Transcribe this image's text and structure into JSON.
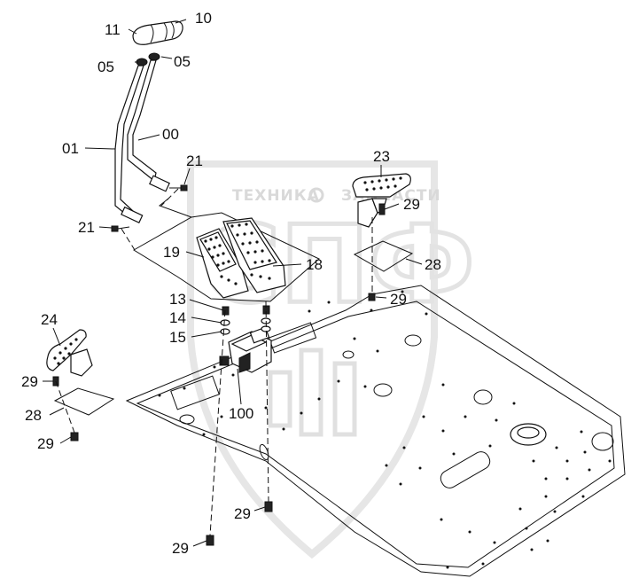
{
  "watermark": {
    "line1_left": "ТЕХНИКА",
    "line1_right": "ЗАПЧАСТИ",
    "logo_letters": "СПФ"
  },
  "callouts": {
    "c11": "11",
    "c10": "10",
    "c05a": "05",
    "c05b": "05",
    "c01": "01",
    "c00": "00",
    "c21a": "21",
    "c21b": "21",
    "c23": "23",
    "c29a": "29",
    "c19": "19",
    "c18": "18",
    "c28a": "28",
    "c29b": "29",
    "c13": "13",
    "c14": "14",
    "c15": "15",
    "c24": "24",
    "c29c": "29",
    "c28b": "28",
    "c29d": "29",
    "c100": "100",
    "c29e": "29",
    "c29f": "29"
  },
  "colors": {
    "line": "#111111",
    "watermark": "#d9d9d9",
    "background": "#ffffff"
  }
}
